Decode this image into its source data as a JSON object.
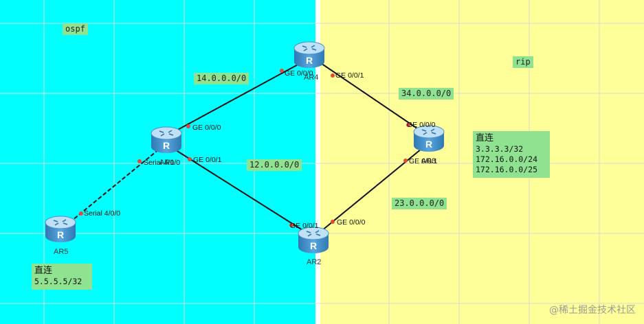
{
  "areas": {
    "ospf": {
      "label": "ospf",
      "color": "#00ffff"
    },
    "rip": {
      "label": "rip",
      "color": "#ffff99"
    }
  },
  "networks": {
    "ar1_ar4": "14.0.0.0/0",
    "ar1_ar2": "12.0.0.0/0",
    "ar4_ar3": "34.0.0.0/0",
    "ar2_ar3": "23.0.0.0/0"
  },
  "routers": {
    "ar1": {
      "name": "AR1"
    },
    "ar2": {
      "name": "AR2"
    },
    "ar3": {
      "name": "AR3"
    },
    "ar4": {
      "name": "AR4"
    },
    "ar5": {
      "name": "AR5"
    }
  },
  "ports": {
    "ar4_ge000": "GE 0/0/0",
    "ar4_ge001": "GE 0/0/1",
    "ar1_ge000": "GE 0/0/0",
    "ar1_ge001": "GE 0/0/1",
    "ar1_serial": "Serial 4/0/0",
    "ar5_serial": "Serial 4/0/0",
    "ar3_ge000": "GE 0/0/0",
    "ar3_ge001": "GE 0/0/1",
    "ar2_ge001": "GE 0/0/1",
    "ar2_ge000": "GE 0/0/0"
  },
  "direct_ar3": {
    "title": "直连",
    "lines": [
      "3.3.3.3/32",
      "172.16.0.0/24",
      "172.16.0.0/25"
    ]
  },
  "direct_ar5": {
    "title": "直连",
    "lines": [
      "5.5.5.5/32"
    ]
  },
  "watermark": "@稀土掘金技术社区"
}
